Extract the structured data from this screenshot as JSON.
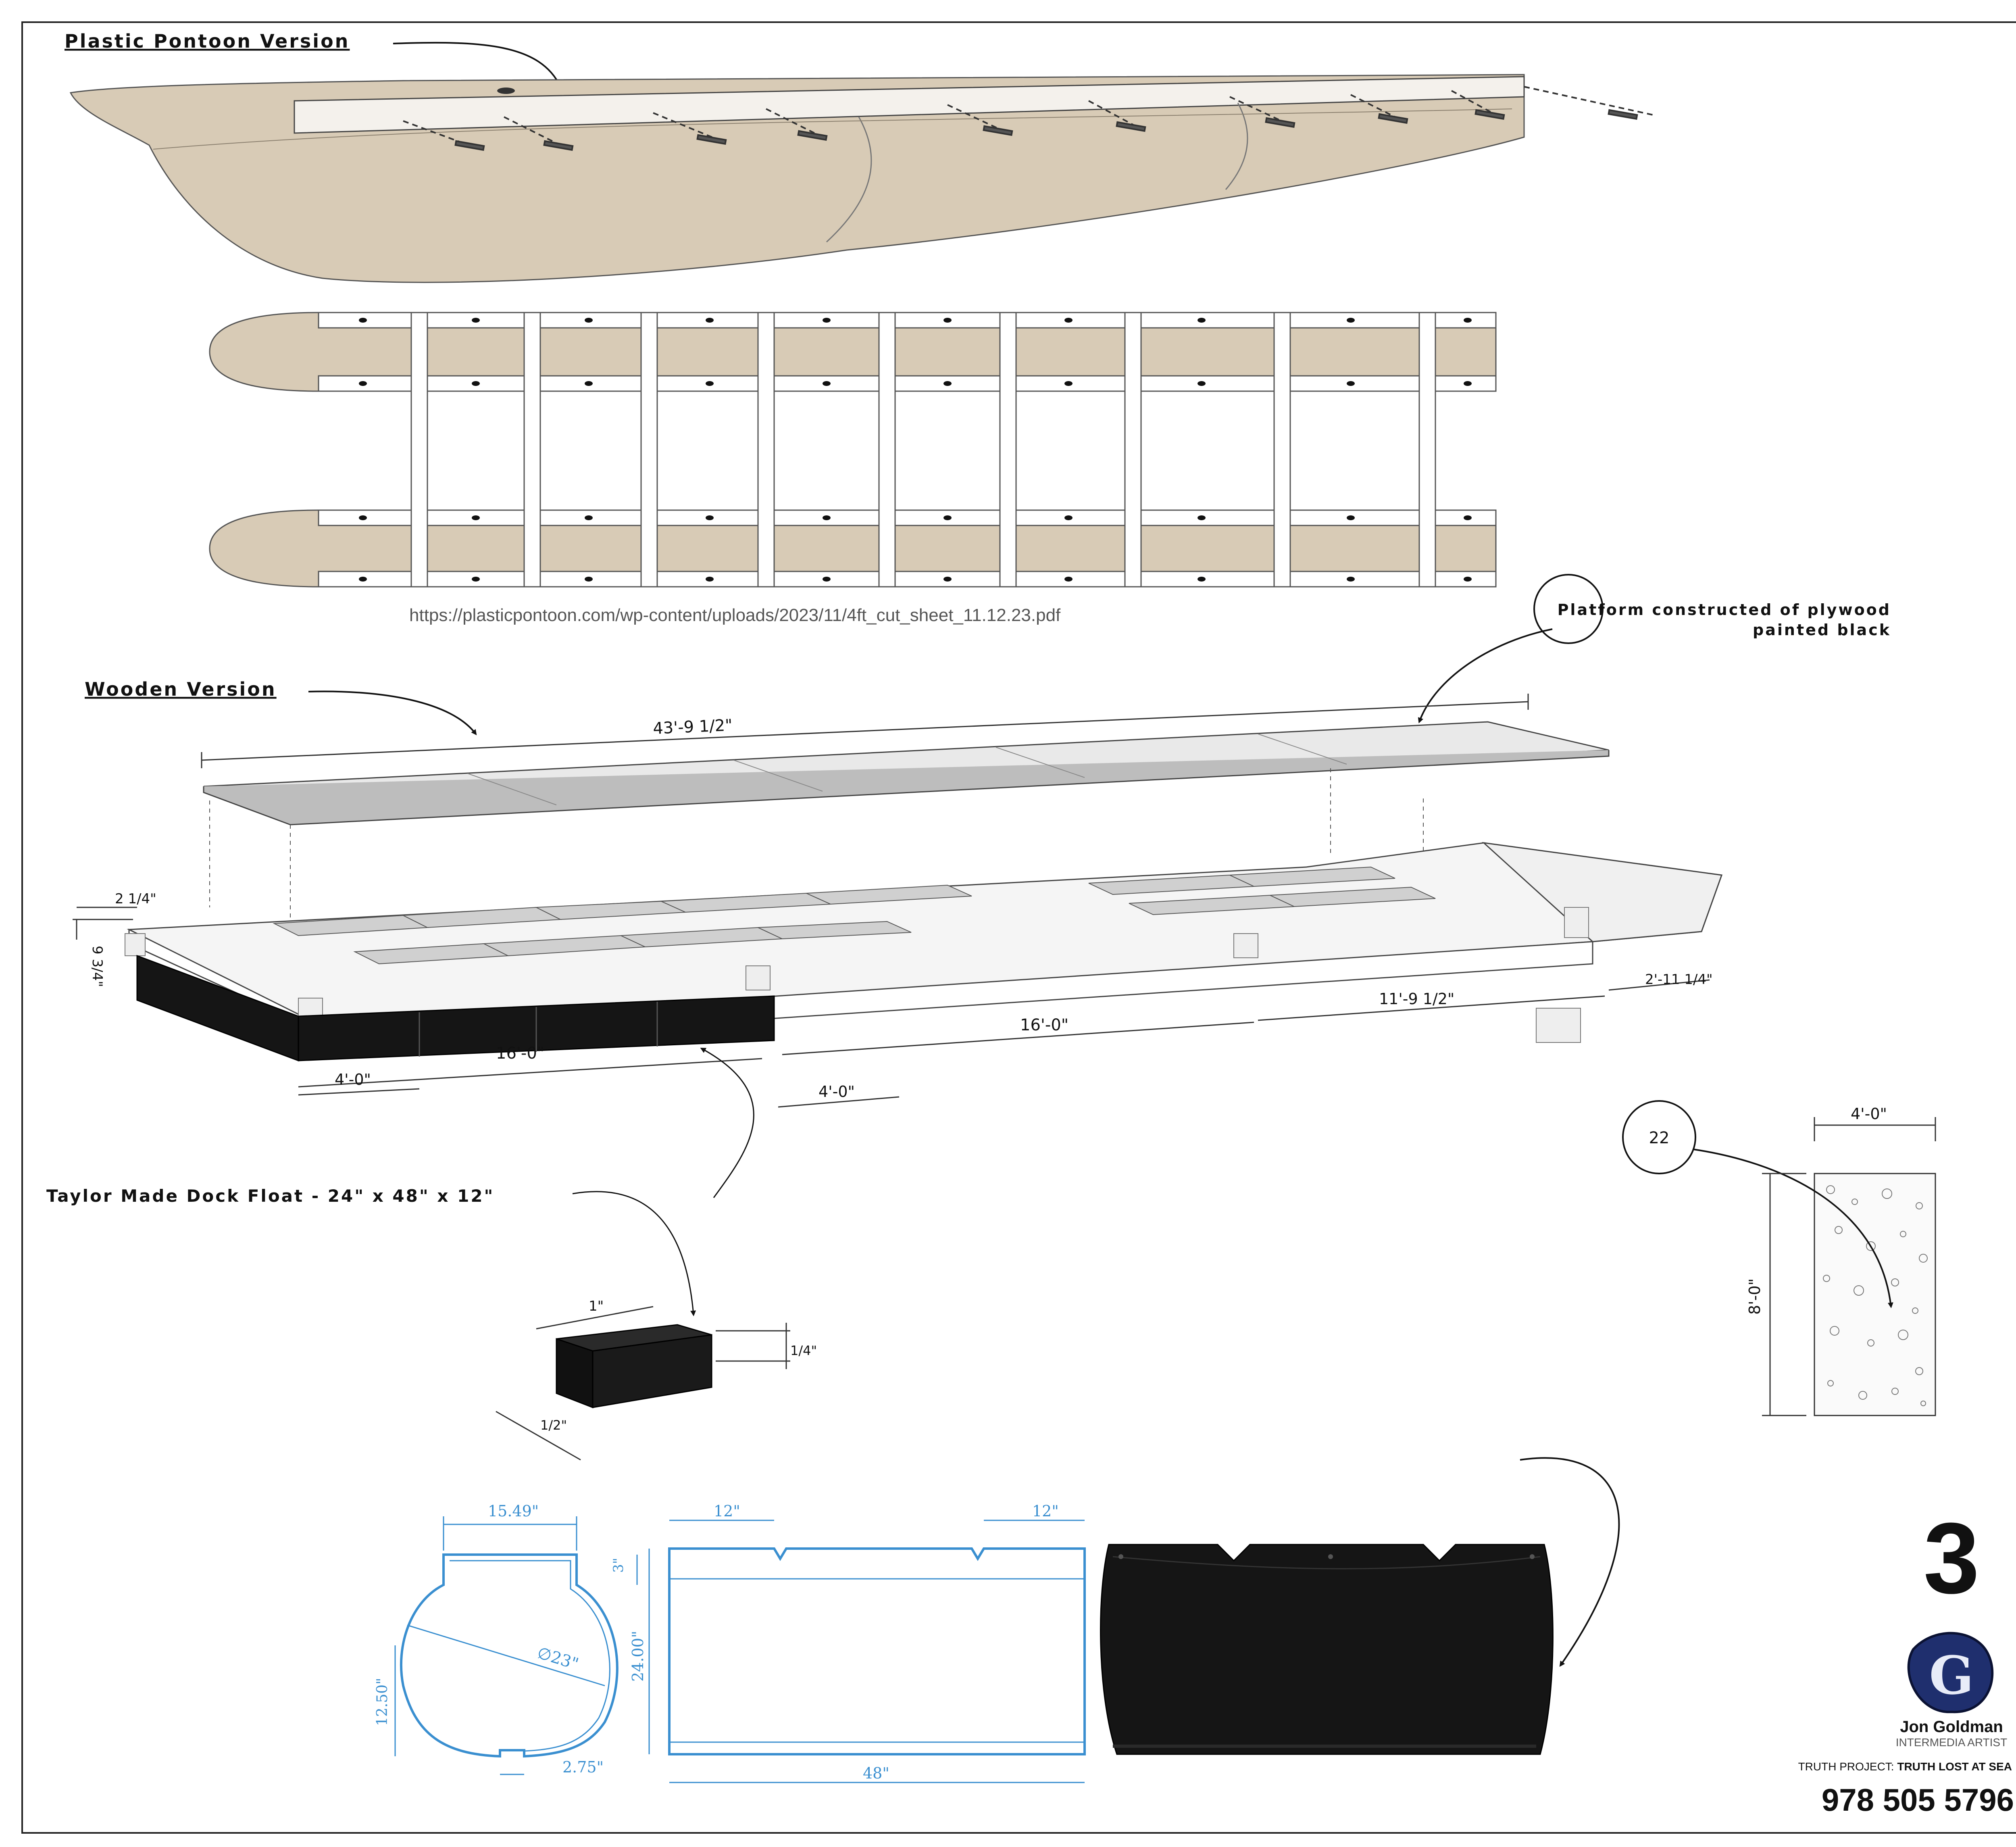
{
  "labels": {
    "plastic_version": "Plastic Pontoon Version",
    "url": "https://plasticpontoon.com/wp-content/uploads/2023/11/4ft_cut_sheet_11.12.23.pdf",
    "platform_line1": "Platform constructed of plywood",
    "platform_line2": "painted black",
    "wooden_version": "Wooden Version",
    "float_label": "Taylor Made Dock Float - 24\" x 48\" x 12\""
  },
  "dimensions": {
    "overall_length": "43'-9 1/2\"",
    "top_width": "2 1/4\"",
    "side_height": "9 3/4\"",
    "float_section": "16'-0\"",
    "float_unit": "4'-0\"",
    "mid_section": "16'-0\"",
    "bow_section": "11'-9 1/2\"",
    "tip_section": "2'-11 1/4\"",
    "gap_unit": "4'-0\"",
    "float_top": "1\"",
    "float_side": "1/4\"",
    "float_base": "1/2\"",
    "panel_width": "4'-0\"",
    "panel_height": "8'-0\""
  },
  "callouts": {
    "platform_marker": "",
    "panel_marker": "22"
  },
  "profile": {
    "top_width": "15.49\"",
    "notch_height": "3\"",
    "diameter": "∅23\"",
    "lower_height": "12.50\"",
    "notch_width": "2.75\""
  },
  "side_view": {
    "left_notch": "12\"",
    "right_notch": "12\"",
    "height": "24.00\"",
    "length": "48\""
  },
  "titleblock": {
    "sheet_number": "3",
    "artist_name": "Jon Goldman",
    "artist_title": "INTERMEDIA ARTIST",
    "project_prefix": "TRUTH PROJECT: ",
    "project_name": "TRUTH LOST AT SEA",
    "phone": "978 505 5796"
  },
  "colors": {
    "pontoon_tan": "#d8cbb6",
    "frame_white": "#ffffff",
    "float_black": "#151515",
    "drawing_blue": "#3a8fd0",
    "logo_navy": "#1f2f6e"
  }
}
